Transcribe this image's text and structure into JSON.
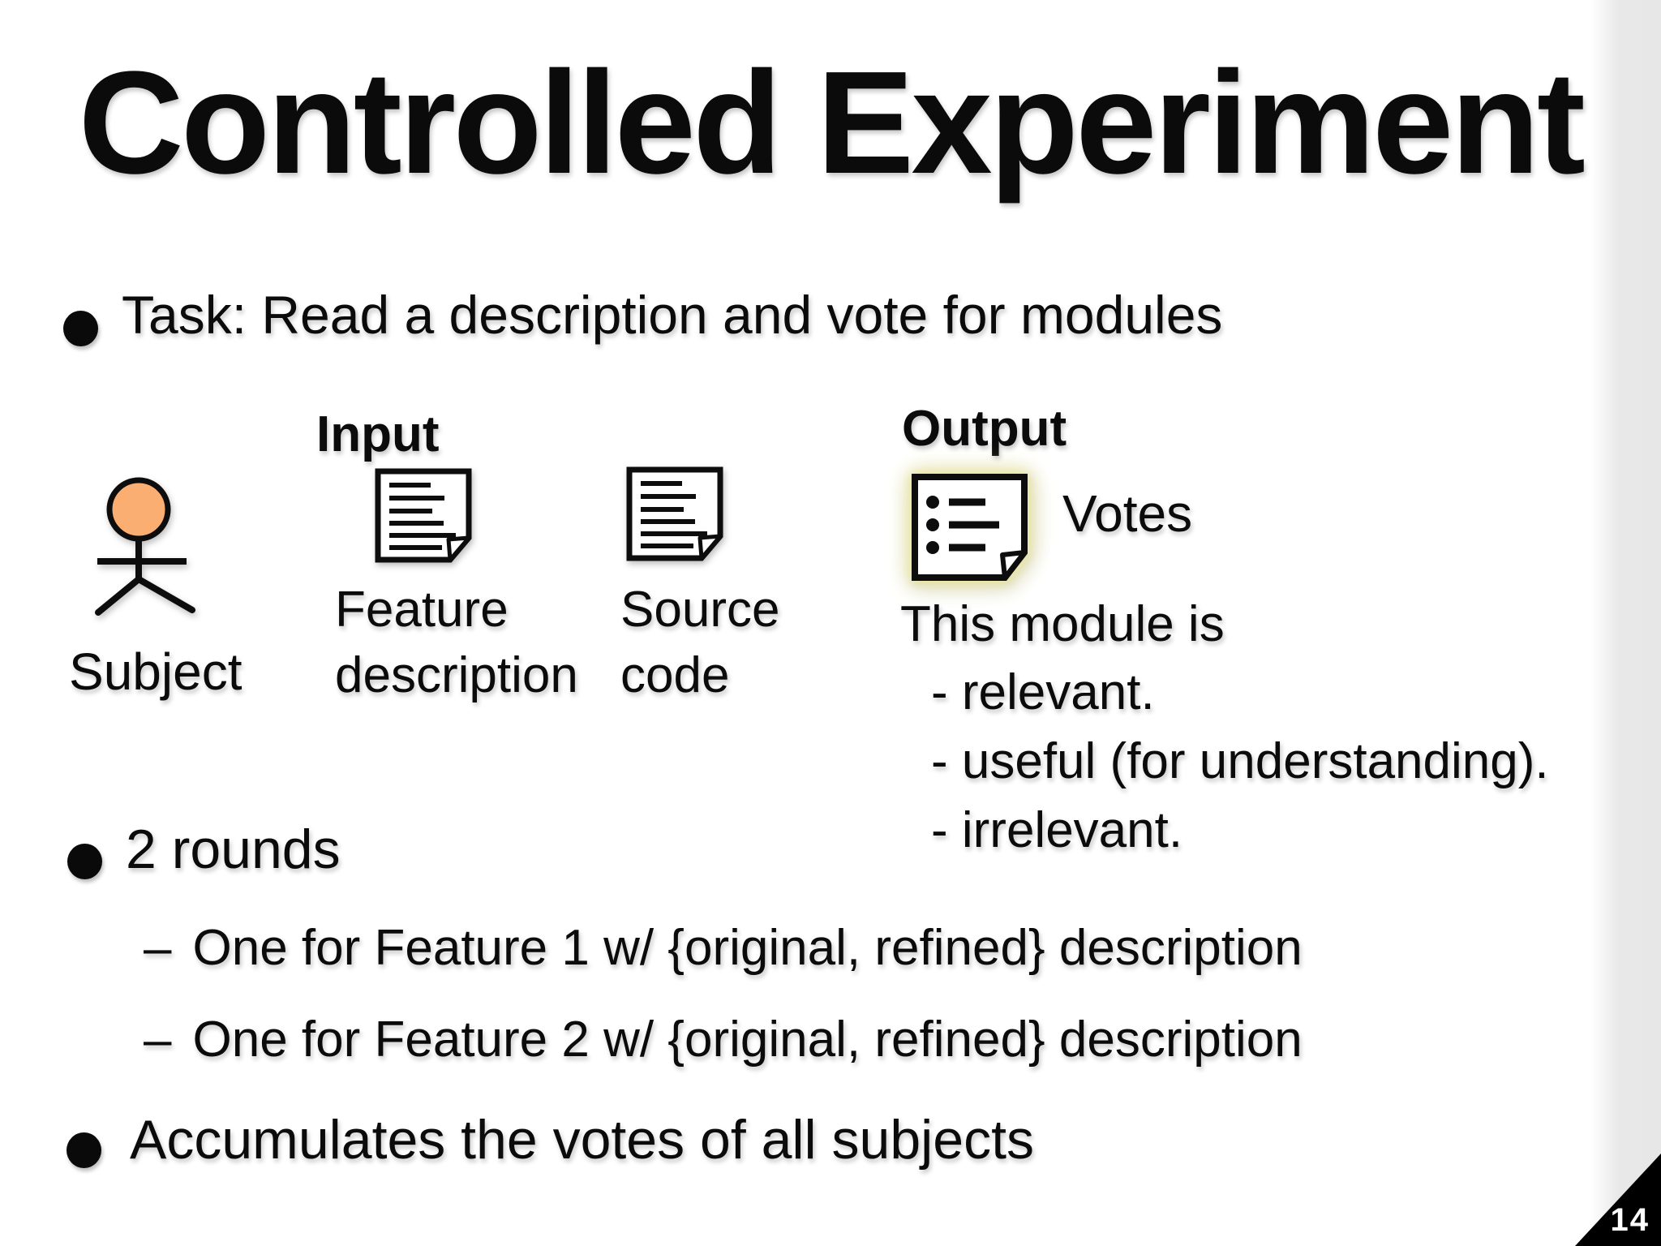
{
  "slide": {
    "title": "Controlled Experiment",
    "page_number": "14",
    "bullets": {
      "task": "Task: Read a description and vote for modules",
      "rounds": "2 rounds",
      "round_items": [
        "One for Feature 1 w/ {original, refined} description",
        "One for Feature 2 w/ {original, refined} description"
      ],
      "dash_marker": "–",
      "accumulate": "Accumulates the votes of all subjects"
    },
    "diagram": {
      "input_label": "Input",
      "output_label": "Output",
      "subject_label": "Subject",
      "feature_doc_label": "Feature\ndescription",
      "source_doc_label": "Source\ncode",
      "votes_label": "Votes",
      "module_intro": "This module is",
      "module_options": [
        "- relevant.",
        "- useful (for understanding).",
        "- irrelevant."
      ]
    },
    "icons": {
      "actor": "stick-figure-actor-icon",
      "feature_doc": "text-document-icon",
      "source_doc": "text-document-icon",
      "votes_doc": "bulleted-list-document-icon"
    },
    "colors": {
      "actor_head": "#FAAE72",
      "votes_glow": "#F0EC9E",
      "corner_bg": "#000000",
      "corner_text": "#FFFFFF"
    }
  }
}
